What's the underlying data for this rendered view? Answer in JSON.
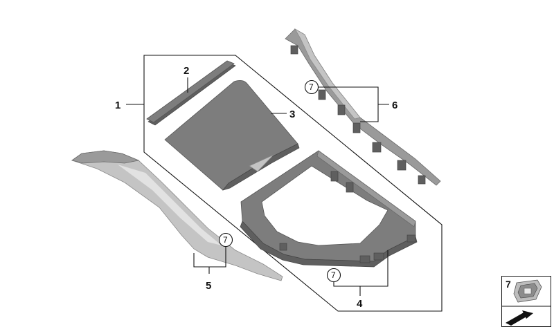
{
  "callouts": {
    "part_1": "1",
    "part_2": "2",
    "part_3": "3",
    "part_4": "4",
    "part_5": "5",
    "part_6": "6"
  },
  "fastener_refs": {
    "near_6": "7",
    "near_5": "7",
    "near_4": "7"
  },
  "legend": {
    "item_number": "7"
  }
}
